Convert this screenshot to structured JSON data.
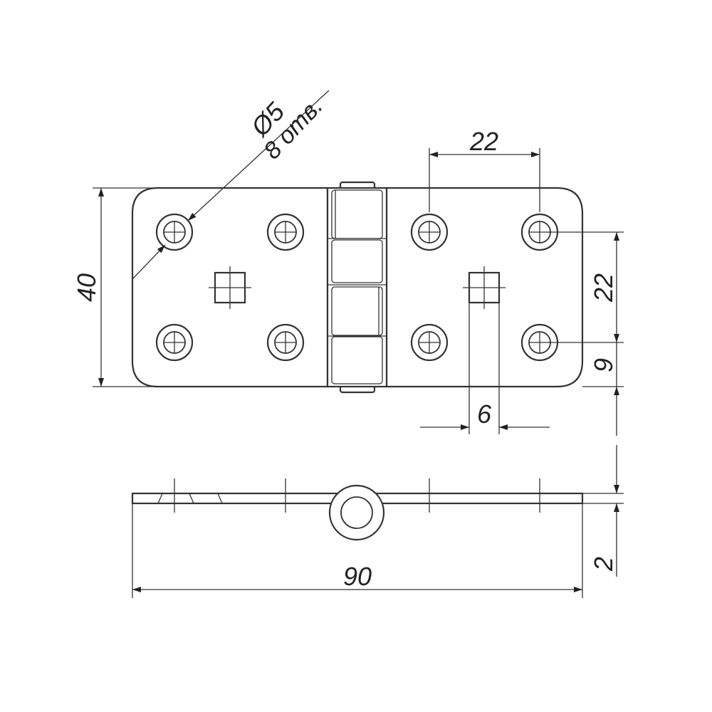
{
  "dimensions": {
    "hole_diameter": "Ø5",
    "hole_count": "8 отв.",
    "hole_spacing_horizontal": "22",
    "height": "40",
    "hole_spacing_vertical": "22",
    "edge_offset": "9",
    "square_hole_width": "6",
    "length": "90",
    "thickness": "2"
  }
}
